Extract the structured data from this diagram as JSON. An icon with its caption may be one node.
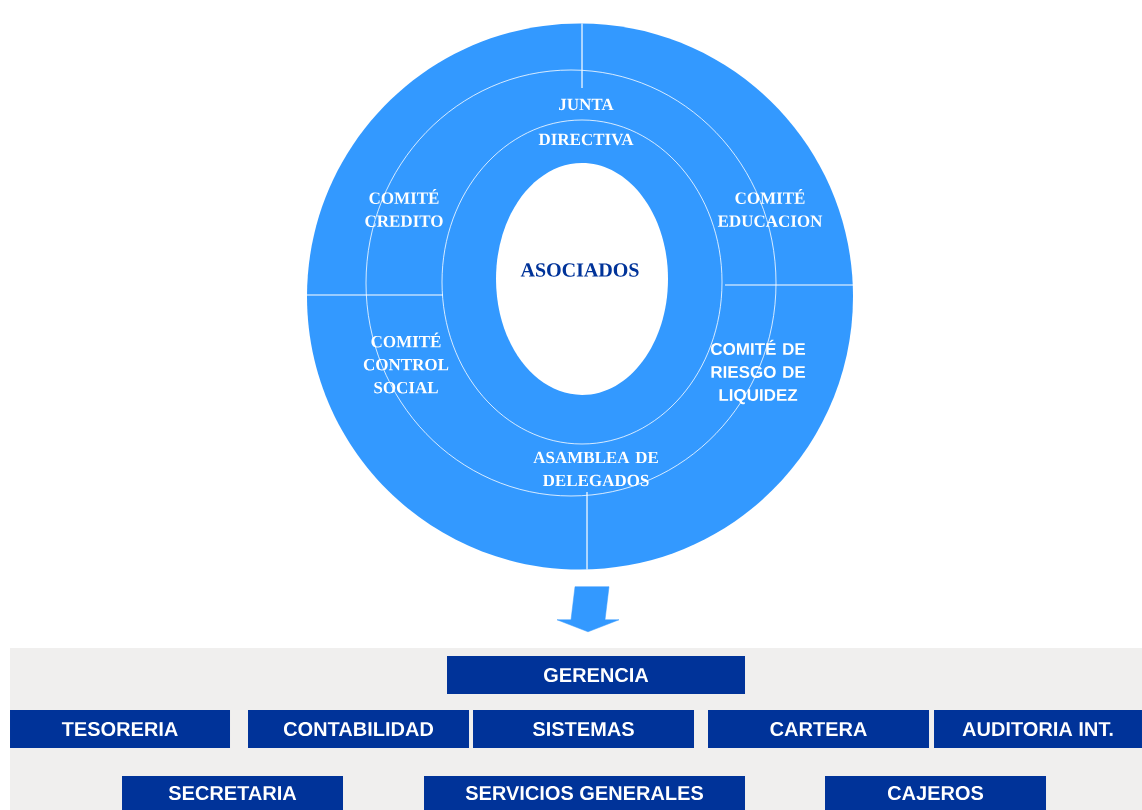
{
  "diagram": {
    "nodes": [
      {
        "text": [],
        "shape": "circle"
      },
      {
        "text": [
          "JUNTA DIRECTIVA"
        ],
        "in": 0
      },
      {
        "text": [
          "COMITÉ CREDITO"
        ],
        "in": 0
      },
      {
        "text": [
          "COMITÉ EDUCACION"
        ],
        "in": 0
      },
      {
        "text": [
          "ASOCIADOS"
        ],
        "in": 0
      },
      {
        "text": [
          "COMITÉ CONTROL SOCIAL"
        ],
        "in": 0
      },
      {
        "text": [
          "COMITÉ DE RIESGO DE LIQUIDEZ"
        ],
        "in": 0
      },
      {
        "text": [
          "ASAMBLEA DE DELEGADOS"
        ],
        "in": 0
      },
      {
        "text": [],
        "shape": "box"
      },
      {
        "text": [
          "GERENCIA"
        ],
        "in": 8
      },
      {
        "text": [
          "TESORERIA"
        ],
        "in": 8
      },
      {
        "text": [
          "CONTABILIDAD"
        ],
        "in": 8
      },
      {
        "text": [
          "SISTEMAS"
        ],
        "in": 8
      },
      {
        "text": [
          "CARTERA"
        ],
        "in": 8
      },
      {
        "text": [
          "AUDITORIA INT."
        ],
        "in": 8
      },
      {
        "text": [
          "SECRETARIA"
        ],
        "in": 8
      },
      {
        "text": [
          "SERVICIOS GENERALES"
        ],
        "in": 8
      },
      {
        "text": [
          "CAJEROS"
        ],
        "in": 8
      }
    ],
    "edges": [
      {
        "from": 0,
        "to": 8,
        "arrow": "to",
        "style": "thick",
        "color": "#3399ff"
      }
    ]
  }
}
